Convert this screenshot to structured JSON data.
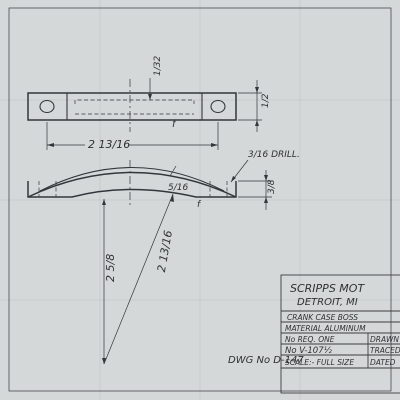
{
  "dimensions": {
    "top_thickness": "1/32",
    "right_height": "1/2",
    "length": "2 13/16",
    "finish_mark_top": "f",
    "radius": "5/16",
    "drill": "3/16 DRILL.",
    "right_small": "3/8",
    "finish_mark_lower": "f",
    "radius_large": "2 13/16",
    "height_left": "2 5/8"
  },
  "dwg_number": "DWG No D-147",
  "title_block": {
    "company": "SCRIPPS MOT",
    "city": "DETROIT, MI",
    "part_name": "CRANK CASE BOSS",
    "material": "MATERIAL  ALUMINUM",
    "no_req": "No REQ. ONE",
    "drawn": "DRAWN",
    "part_no": "No V-107½",
    "traced": "TRACED",
    "scale": "SCALE:- FULL SIZE",
    "dated": "DATED"
  }
}
